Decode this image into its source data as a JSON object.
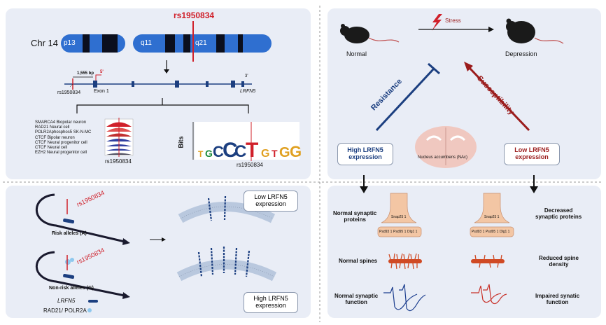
{
  "colors": {
    "panel": "#e9edf6",
    "chrom": "#2f6fd0",
    "band": "#0b0f1e",
    "red": "#d0202a",
    "navy": "#1c3f80",
    "darkred": "#9b1c1c",
    "wave_blue": "#1d3f8f",
    "wave_red": "#c8322a"
  },
  "genome": {
    "snp_top": "rs1950834",
    "chr_label": "Chr 14",
    "bands": [
      "p13",
      "q11",
      "q21"
    ],
    "scale_label": "1,555 bp",
    "five_prime": "5'",
    "three_prime": "3'",
    "snp_left": "rs1950834",
    "exon_label": "Exon 1",
    "gene_label": "LRFN5",
    "tracks": [
      "SMARCA4 Biopolar neuron",
      "RAD21 Neural cell",
      "POLR2Aphosphos5 SK-N-MC",
      "CTCF Bipolar neuron",
      "CTCF Neural progenitor cell",
      "CTCF Neural cell",
      "EZH2 Neural progenitor cell"
    ],
    "track_snp": "rs1950834",
    "bits_label": "Bits",
    "motif_snp": "rs1950834"
  },
  "mechanism": {
    "snp_risk": "rs1950834",
    "snp_nonrisk": "rs1950834",
    "risk_label": "Risk alleles (A)",
    "nonrisk_label": "Non-risk alleles (G)",
    "low_box": [
      "Low LRFN5",
      "expression"
    ],
    "high_box": [
      "High LRFN5",
      "expression"
    ],
    "legend_gene": "LRFN5",
    "legend_pol": "RAD21/ POLR2A"
  },
  "stress": {
    "stress_label": "Stress",
    "normal_label": "Normal",
    "depression_label": "Depression",
    "resistance_label": "Resistance",
    "susceptibility_label": "Susceptibility",
    "high_box": [
      "High LRFN5",
      "expression"
    ],
    "low_box": [
      "Low LRFN5",
      "expression"
    ],
    "nac_label": "Nucleus accumbens (NAc)"
  },
  "outcomes": {
    "normal_syn": [
      "Normal synaptic",
      "proteins"
    ],
    "decreased_syn": [
      "Decreased",
      "synaptic proteins"
    ],
    "normal_spines": "Normal spines",
    "reduced_spine": [
      "Reduced spine",
      "density"
    ],
    "normal_function": [
      "Normal synaptic",
      "function"
    ],
    "impaired_function": [
      "Impaired synatic",
      "function"
    ],
    "pre_label_left": "Snap25 1",
    "post_labels_left": [
      "Psd93 1",
      "Psd95 1",
      "Dlg1 1"
    ],
    "pre_label_right": "Snap25 1",
    "post_labels_right": [
      "Psd93 1",
      "Psd95 1",
      "Dlg1 1"
    ]
  }
}
